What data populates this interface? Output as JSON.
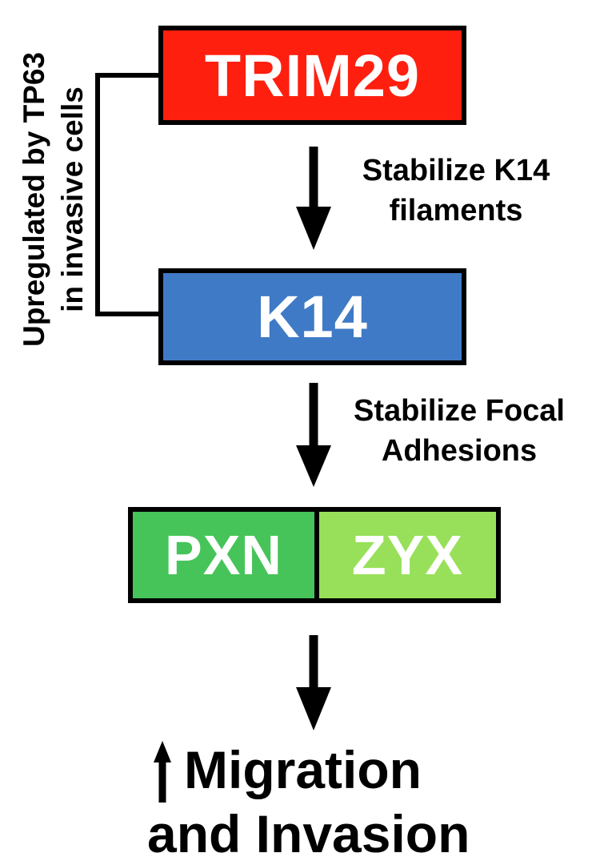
{
  "diagram": {
    "nodes": {
      "trim29": {
        "label": "TRIM29",
        "color": "#ff1f0f"
      },
      "k14": {
        "label": "K14",
        "color": "#3f7ac6"
      },
      "pxn": {
        "label": "PXN",
        "color": "#46c459"
      },
      "zyx": {
        "label": "ZYX",
        "color": "#98e05a"
      }
    },
    "edge_labels": {
      "trim29_to_k14": {
        "line1": "Stabilize K14",
        "line2": "filaments"
      },
      "k14_to_focal": {
        "line1": "Stabilize Focal",
        "line2": "Adhesions"
      }
    },
    "side_label": {
      "line1": "Upregulated by TP63",
      "line2": "in invasive cells"
    },
    "outcome": {
      "line1": "Migration",
      "line2": "and Invasion",
      "indicator_icon": "up-arrow-icon"
    }
  }
}
